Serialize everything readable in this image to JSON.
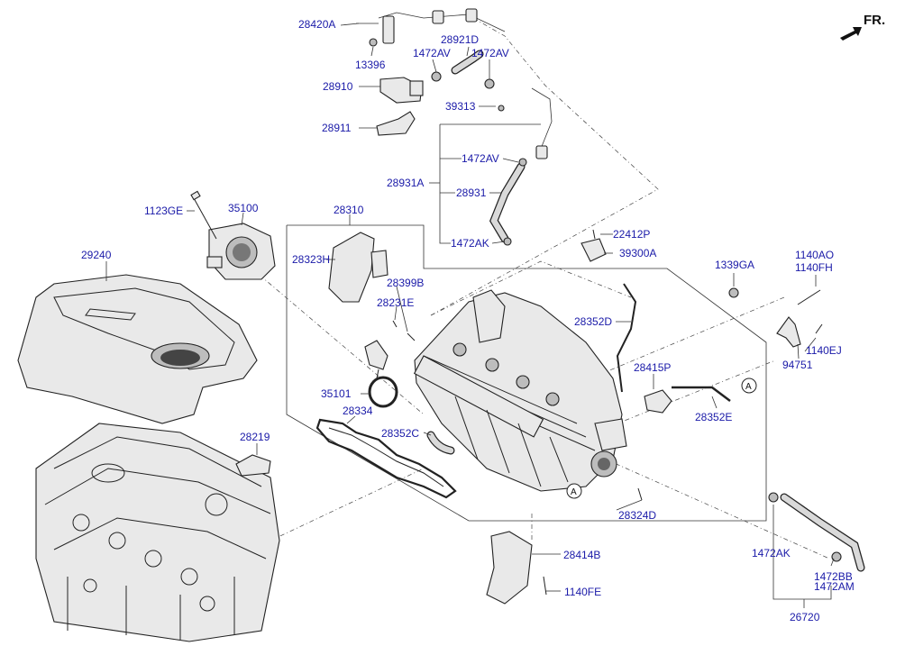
{
  "orientation_label": "FR.",
  "labels": {
    "p28420A": "28420A",
    "p13396": "13396",
    "p28921D": "28921D",
    "p1472AV_a": "1472AV",
    "p1472AV_b": "1472AV",
    "p28910": "28910",
    "p39313": "39313",
    "p28911": "28911",
    "p1472AV_c": "1472AV",
    "p28931A": "28931A",
    "p28931": "28931",
    "p1123GE": "1123GE",
    "p35100": "35100",
    "p28310": "28310",
    "p22412P": "22412P",
    "p1472AK_a": "1472AK",
    "p39300A": "39300A",
    "p29240": "29240",
    "p28323H": "28323H",
    "p1339GA": "1339GA",
    "p1140AO": "1140AO",
    "p1140FH": "1140FH",
    "p28399B": "28399B",
    "p28231E": "28231E",
    "p28352D": "28352D",
    "p1140EJ": "1140EJ",
    "p94751": "94751",
    "p28415P": "28415P",
    "p35101": "35101",
    "p28334": "28334",
    "p28352E": "28352E",
    "p28352C": "28352C",
    "p28219": "28219",
    "p28324D": "28324D",
    "p28414B": "28414B",
    "p1140FE": "1140FE",
    "p1472AK_b": "1472AK",
    "p1472BB": "1472BB",
    "p1472AM": "1472AM",
    "p26720": "26720"
  },
  "callout_letter": "A",
  "icons": {
    "orientation_arrow": "arrow-icon"
  }
}
